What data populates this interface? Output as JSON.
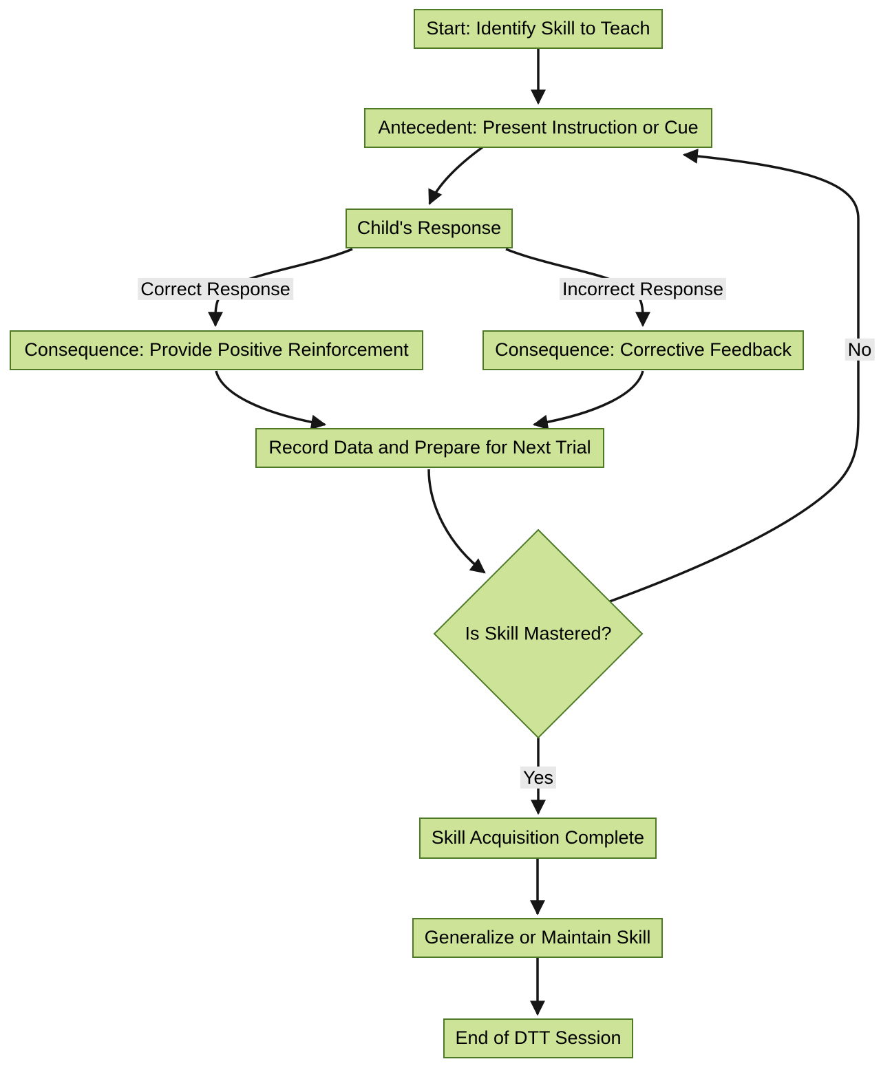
{
  "diagram": {
    "type": "flowchart",
    "direction": "top-down",
    "nodes": {
      "start": {
        "label": "Start: Identify Skill to Teach",
        "shape": "rect"
      },
      "antecedent": {
        "label": "Antecedent: Present Instruction or Cue",
        "shape": "rect"
      },
      "response": {
        "label": "Child's Response",
        "shape": "rect"
      },
      "consequence_correct": {
        "label": "Consequence: Provide Positive Reinforcement",
        "shape": "rect"
      },
      "consequence_incorrect": {
        "label": "Consequence: Corrective Feedback",
        "shape": "rect"
      },
      "record": {
        "label": "Record Data and Prepare for Next Trial",
        "shape": "rect"
      },
      "decision": {
        "label": "Is Skill Mastered?",
        "shape": "diamond"
      },
      "complete": {
        "label": "Skill Acquisition Complete",
        "shape": "rect"
      },
      "generalize": {
        "label": "Generalize or Maintain Skill",
        "shape": "rect"
      },
      "end": {
        "label": "End of DTT Session",
        "shape": "rect"
      }
    },
    "edge_labels": {
      "correct": "Correct Response",
      "incorrect": "Incorrect Response",
      "yes": "Yes",
      "no": "No"
    },
    "edges": [
      {
        "from": "start",
        "to": "antecedent",
        "label": ""
      },
      {
        "from": "antecedent",
        "to": "response",
        "label": ""
      },
      {
        "from": "response",
        "to": "consequence_correct",
        "label": "Correct Response"
      },
      {
        "from": "response",
        "to": "consequence_incorrect",
        "label": "Incorrect Response"
      },
      {
        "from": "consequence_correct",
        "to": "record",
        "label": ""
      },
      {
        "from": "consequence_incorrect",
        "to": "record",
        "label": ""
      },
      {
        "from": "record",
        "to": "decision",
        "label": ""
      },
      {
        "from": "decision",
        "to": "complete",
        "label": "Yes"
      },
      {
        "from": "decision",
        "to": "antecedent",
        "label": "No"
      },
      {
        "from": "complete",
        "to": "generalize",
        "label": ""
      },
      {
        "from": "generalize",
        "to": "end",
        "label": ""
      }
    ],
    "colors": {
      "node_fill": "#cde498",
      "node_border": "#4e7a28",
      "edge_stroke": "#161616",
      "edge_label_bg": "#e8e8e8",
      "text": "#000000",
      "background": "#ffffff"
    }
  }
}
